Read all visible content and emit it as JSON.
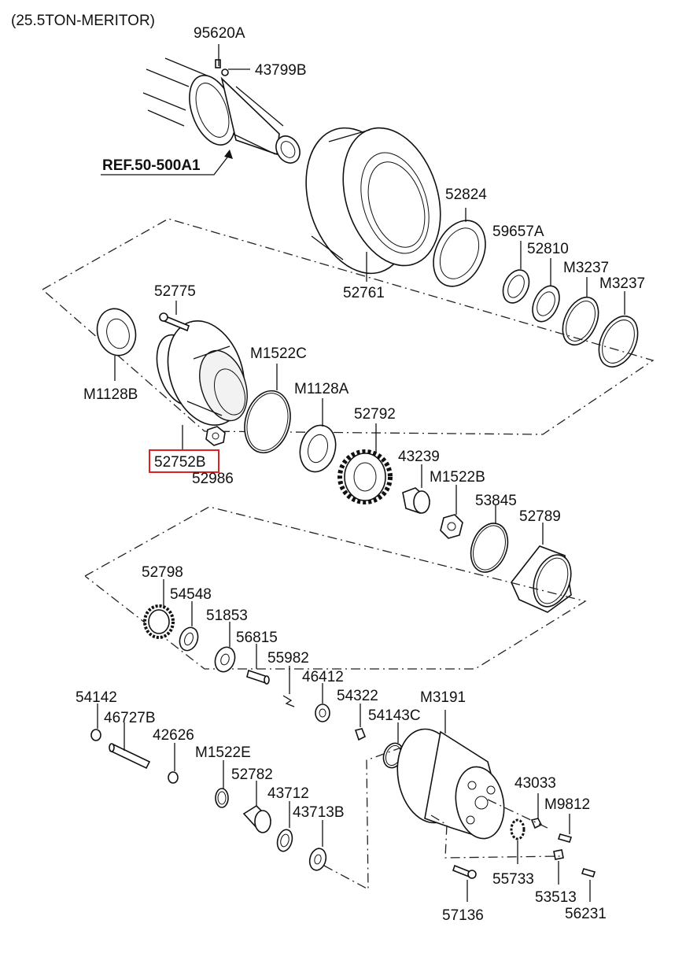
{
  "header": {
    "title": "(25.5TON-MERITOR)"
  },
  "reference": {
    "label": "REF.50-500A1"
  },
  "highlighted_part": "52752B",
  "parts": {
    "p95620A": "95620A",
    "p43799B": "43799B",
    "p52824": "52824",
    "p59657A": "59657A",
    "p52810": "52810",
    "pM3237a": "M3237",
    "pM3237b": "M3237",
    "p52761": "52761",
    "p52775": "52775",
    "pM1522C": "M1522C",
    "pM1128A": "M1128A",
    "pM1128B": "M1128B",
    "p52792": "52792",
    "p43239": "43239",
    "pM1522B": "M1522B",
    "p52752B": "52752B",
    "p52986": "52986",
    "p53845": "53845",
    "p52789": "52789",
    "p52798": "52798",
    "p54548": "54548",
    "p51853": "51853",
    "p56815": "56815",
    "p55982": "55982",
    "p46412": "46412",
    "p54322": "54322",
    "pM3191": "M3191",
    "p54142": "54142",
    "p46727B": "46727B",
    "p54143C": "54143C",
    "p42626": "42626",
    "pM1522E": "M1522E",
    "p52782": "52782",
    "p43712": "43712",
    "p43713B": "43713B",
    "p43033": "43033",
    "pM9812": "M9812",
    "p55733": "55733",
    "p53513": "53513",
    "p57136": "57136",
    "p56231": "56231"
  }
}
